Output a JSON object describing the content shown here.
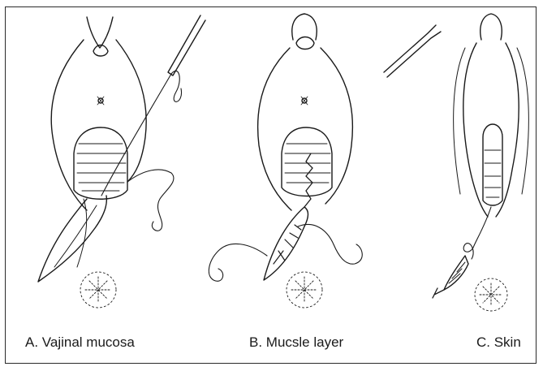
{
  "panels": [
    {
      "id": "A",
      "caption": "A. Vajinal mucosa"
    },
    {
      "id": "B",
      "caption": "B. Mucsle layer"
    },
    {
      "id": "C",
      "caption": "C. Skin"
    }
  ]
}
